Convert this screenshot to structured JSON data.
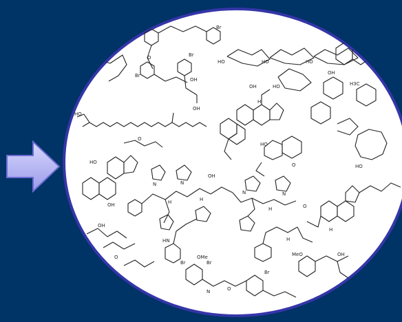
{
  "colors": {
    "background": "#003366",
    "circle_fill": "#ffffff",
    "circle_border": "#3333aa",
    "arrow_light": "#c8c8ff",
    "arrow_dark": "#7777dd"
  },
  "icons": {
    "arrow": "right-arrow-icon",
    "molecules": "chemical-structures-collage"
  },
  "labels": {
    "oh": "OH",
    "ho": "HO",
    "h": "H",
    "o": "O",
    "n": "N",
    "br": "Br",
    "meo": "MeO",
    "ome": "OMe",
    "h3c": "H3C",
    "hn": "HN"
  }
}
